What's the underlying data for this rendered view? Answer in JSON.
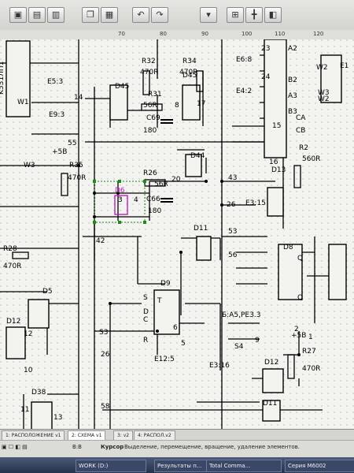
{
  "toolbar": {
    "buttons": [
      {
        "icon": "open-icon",
        "glyph": "▣"
      },
      {
        "icon": "save-icon",
        "glyph": "▤"
      },
      {
        "icon": "print-icon",
        "glyph": "▥"
      },
      {
        "icon": "copy-icon",
        "glyph": "❐"
      },
      {
        "icon": "paste-icon",
        "glyph": "▦"
      },
      {
        "icon": "undo-icon",
        "glyph": "↶"
      },
      {
        "icon": "redo-icon",
        "glyph": "↷"
      },
      {
        "icon": "dropdown-icon",
        "glyph": "▾"
      },
      {
        "icon": "component-icon",
        "glyph": "⊞"
      },
      {
        "icon": "wire-icon",
        "glyph": "╋"
      },
      {
        "icon": "net-icon",
        "glyph": "◧"
      }
    ]
  },
  "ruler": {
    "ticks": [
      "70",
      "80",
      "90",
      "100",
      "110",
      "120"
    ]
  },
  "schematic": {
    "labels": [
      "K531ЛП1",
      "W1",
      "W2",
      "W3",
      "E5:3",
      "E9:3",
      "+5B",
      "R35",
      "470R",
      "R32",
      "470R",
      "R34",
      "470R",
      "D45",
      "D45",
      "R31",
      "56R",
      "C69",
      "180",
      "E6:8",
      "E4:2",
      "D44",
      "R26",
      "56R",
      "C66",
      "180",
      "D6",
      "D11",
      "D8",
      "D9",
      "D5",
      "D12",
      "D12",
      "D11",
      "D13",
      "R2",
      "560R",
      "E3:15",
      "R28",
      "470R",
      "E12:5",
      "E3:16",
      "Б:А5,РЕЗ.3",
      "+5B",
      "R27",
      "470R",
      "S3",
      "S4",
      "D38",
      "A2",
      "B2",
      "A3",
      "B3",
      "CA",
      "CB",
      "W2",
      "W3",
      "E1",
      "S",
      "D",
      "C",
      "R",
      "T",
      "Q",
      "Q",
      "3",
      "4",
      "6",
      "9",
      "10",
      "11",
      "12",
      "13",
      "14",
      "15",
      "16",
      "17",
      "26",
      "42",
      "43",
      "53",
      "55",
      "56",
      "58",
      "20",
      "26",
      "23",
      "24",
      "1",
      "2",
      "5",
      "8"
    ]
  },
  "tabs": [
    "1: РАСПОЛОЖЕНИЕ v1",
    "2: СХЕМА v1",
    "3: v2",
    "4: РАСПОЛ.v2"
  ],
  "status": {
    "cursor_label": "Курсор",
    "hint": "Выделение, перемещение, вращение, удаление элементов.",
    "coords": "B:B"
  },
  "taskbar": {
    "items": [
      "WORK (D:)",
      "Результаты п...",
      "Total Comma...",
      "Серия M6002"
    ]
  }
}
